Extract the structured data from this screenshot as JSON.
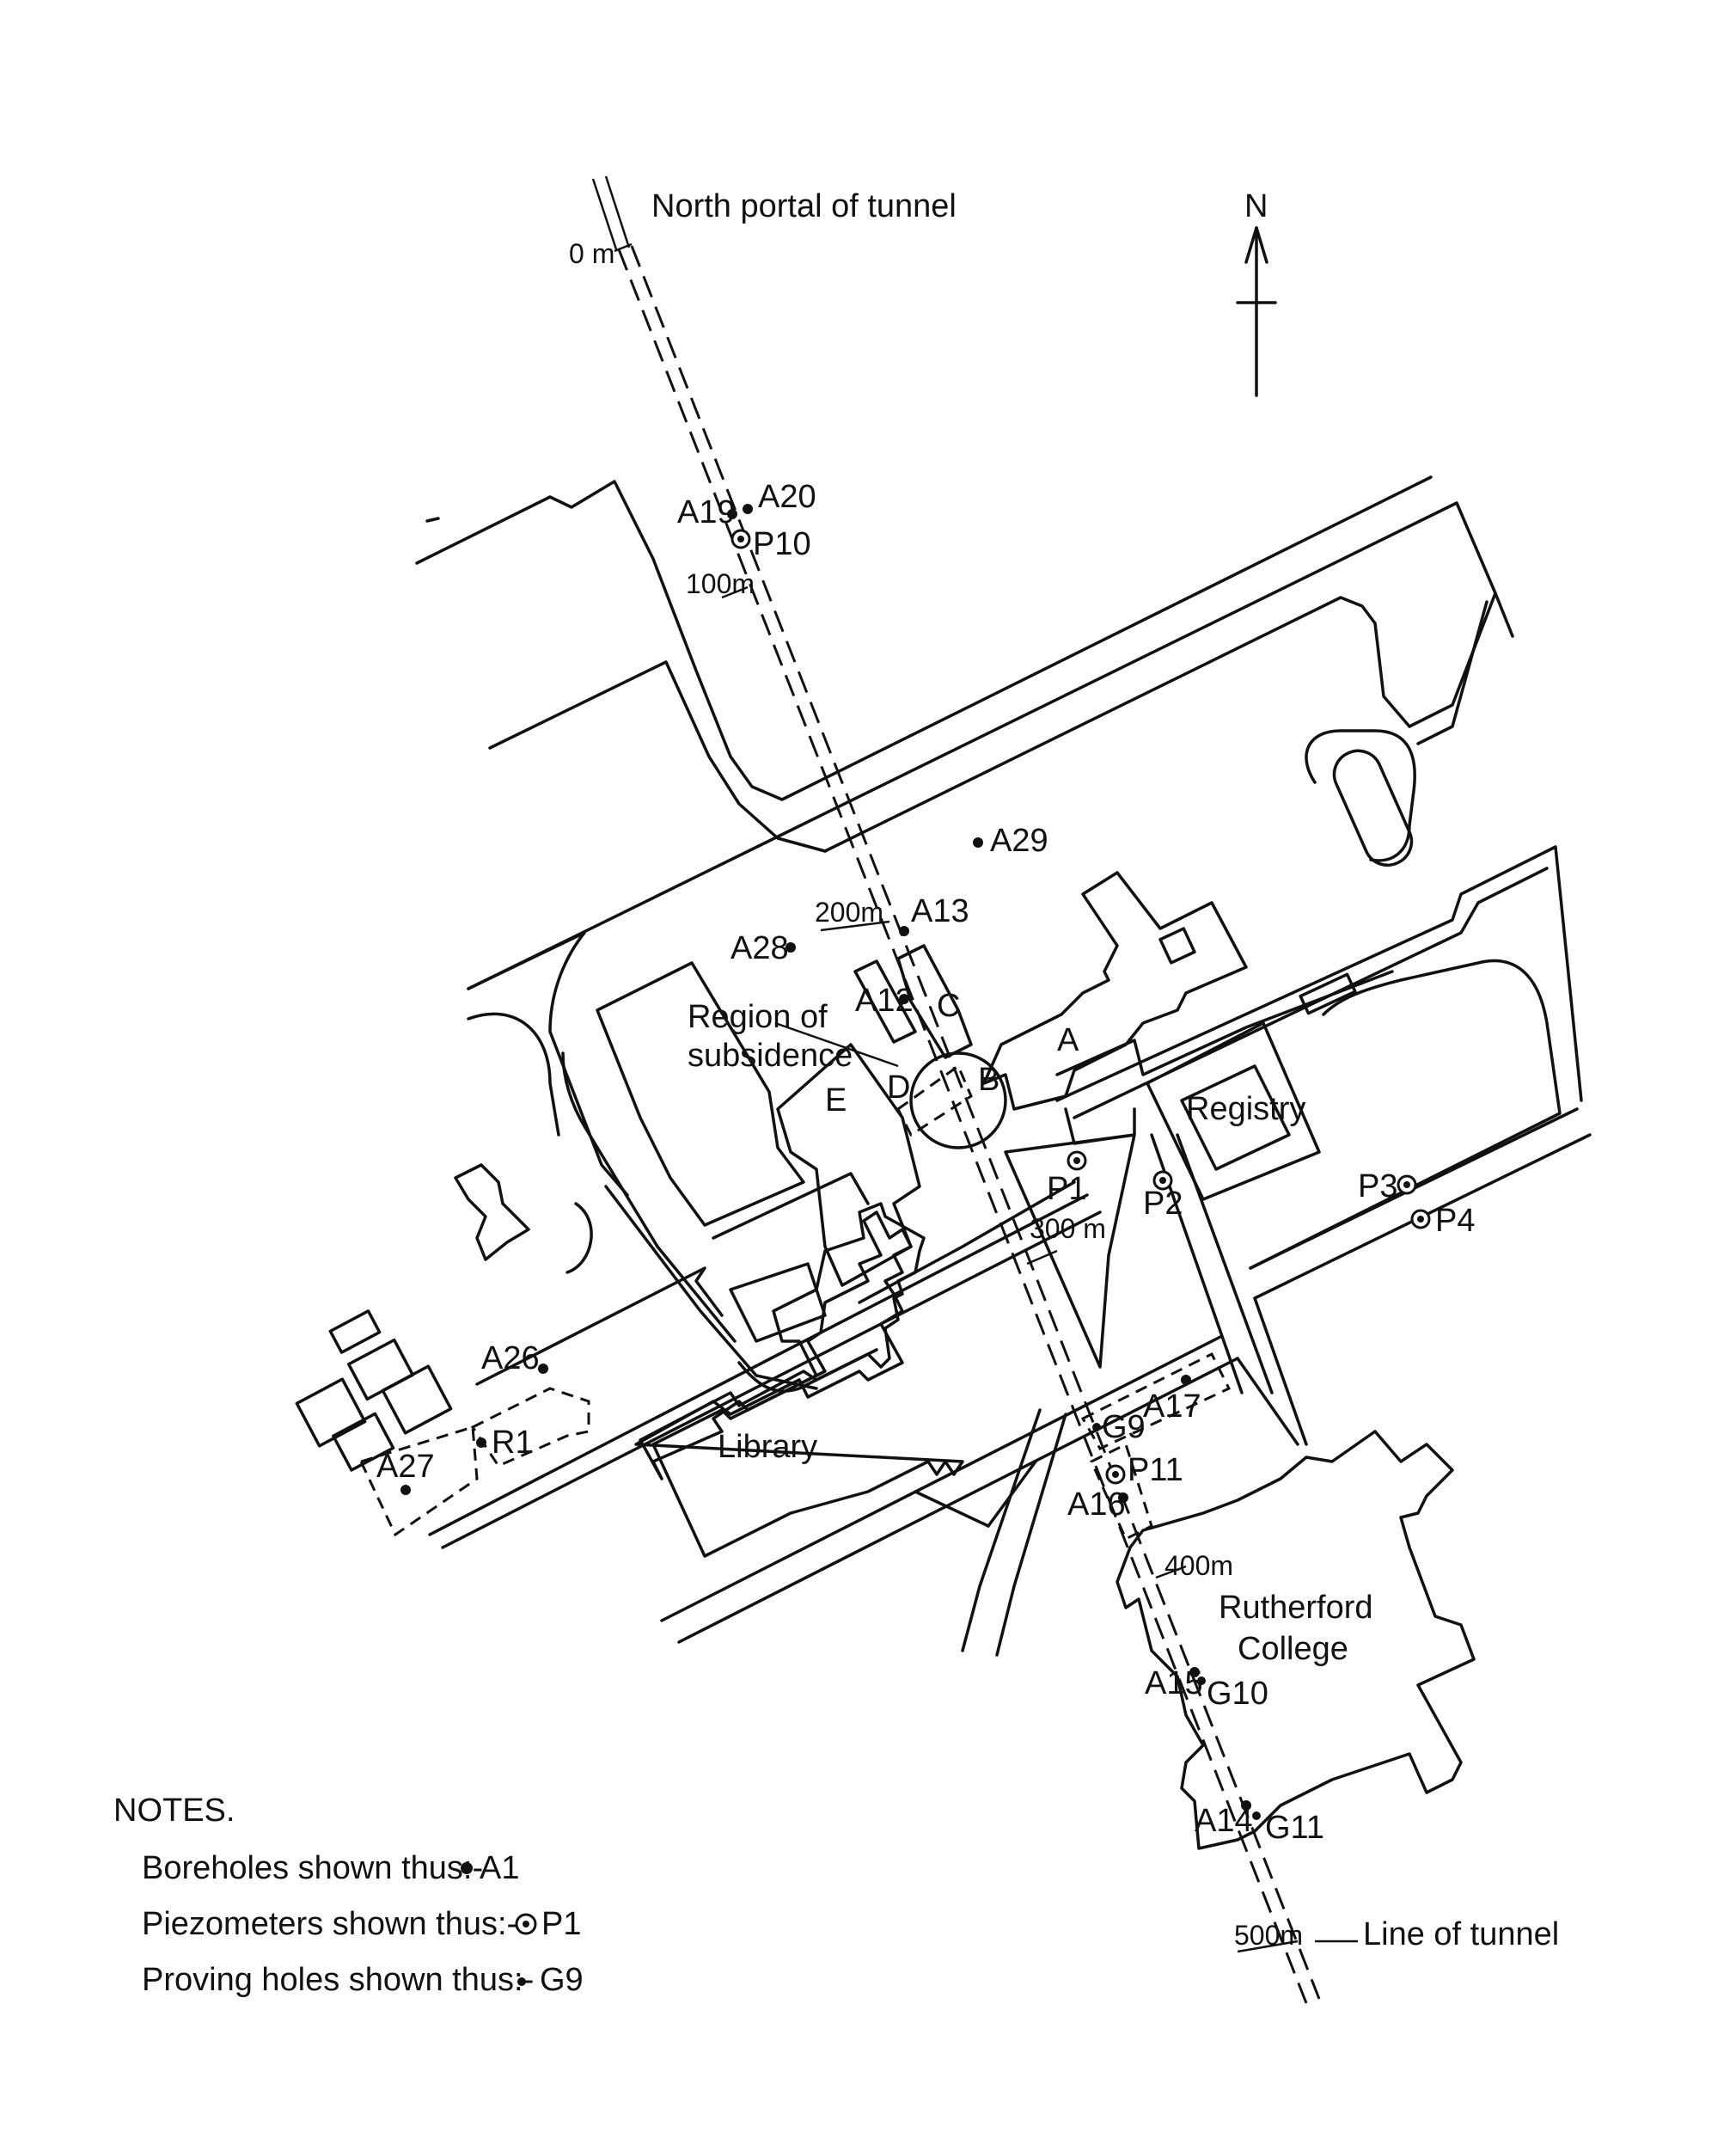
{
  "map": {
    "labels": {
      "north_portal": "North portal of tunnel",
      "north_letter": "N",
      "line_of_tunnel": "Line of tunnel",
      "region_line1": "Region of",
      "region_line2": "subsidence",
      "registry": "Registry",
      "library": "Library",
      "rutherford_line1": "Rutherford",
      "rutherford_line2": "College"
    },
    "chainages": [
      "0 m",
      "100m",
      "200m",
      "300 m",
      "400m",
      "500m"
    ],
    "zones": [
      "A",
      "B",
      "C",
      "D",
      "E"
    ],
    "boreholes": [
      "A12",
      "A13",
      "A14",
      "A15",
      "A16",
      "A17",
      "A19",
      "A20",
      "A26",
      "A27",
      "A28",
      "A29",
      "R1"
    ],
    "piezometers": [
      "P1",
      "P2",
      "P3",
      "P4",
      "P10",
      "P11"
    ],
    "proving_holes": [
      "G9",
      "G10",
      "G11"
    ]
  },
  "notes": {
    "title": "NOTES.",
    "boreholes": "Boreholes shown thus:-",
    "borehole_example": "A1",
    "piezometers": "Piezometers shown thus:-",
    "piezometer_example": "P1",
    "proving": "Proving holes shown thus:-",
    "proving_example": "G9"
  }
}
